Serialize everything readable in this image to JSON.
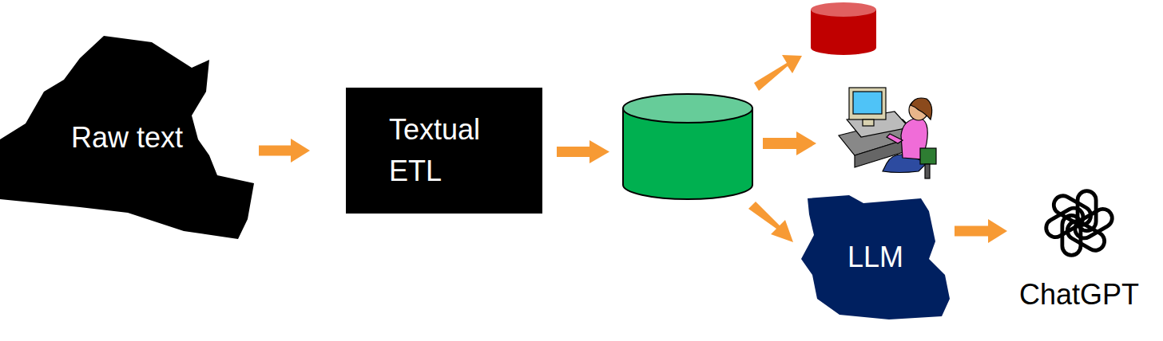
{
  "diagram": {
    "nodes": [
      {
        "text": [
          "Raw text"
        ]
      },
      {
        "text": [
          "Textual ETL"
        ]
      },
      {
        "text": [
          "LLM"
        ]
      },
      {
        "text": [
          "ChatGPT"
        ]
      }
    ],
    "edges": [
      {
        "from": 0,
        "to": 1,
        "arrow": "to"
      },
      {
        "from": 2,
        "to": 3,
        "arrow": "to"
      }
    ]
  }
}
